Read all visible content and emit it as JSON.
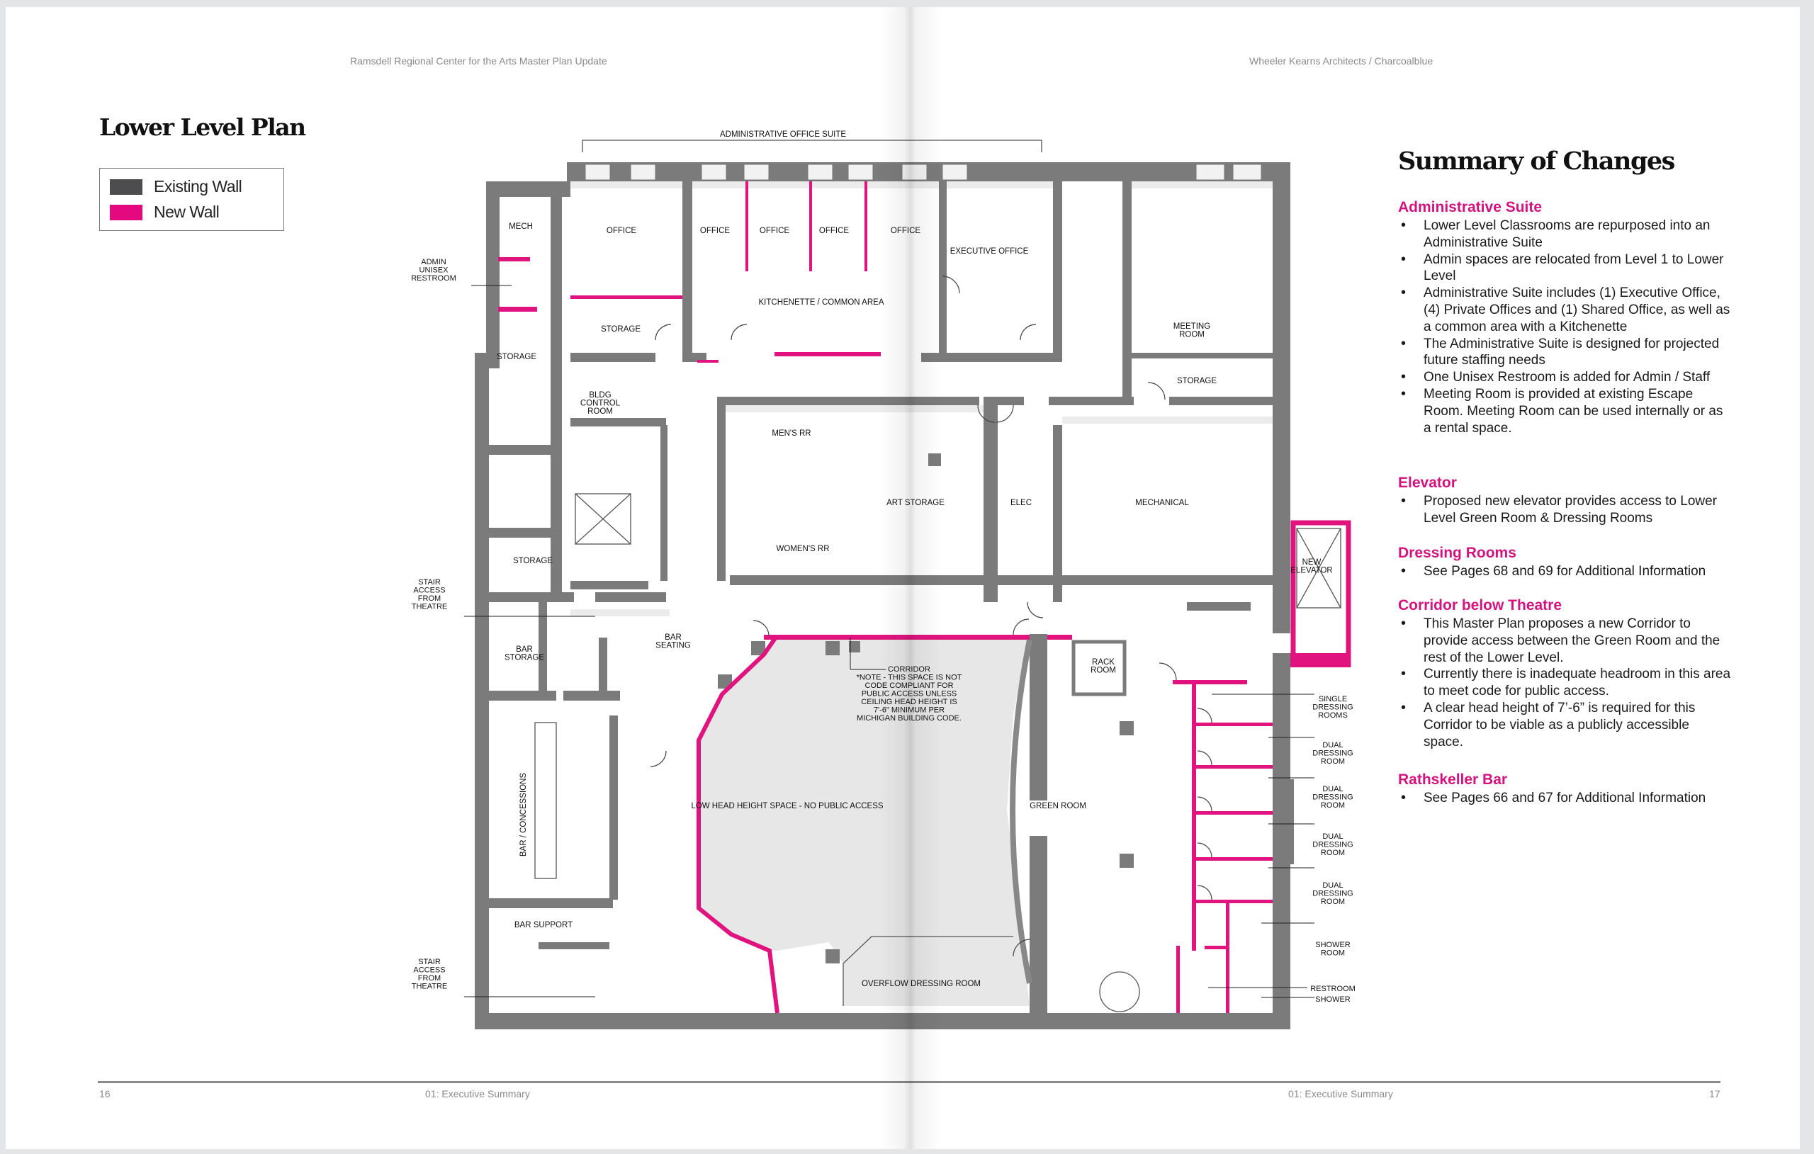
{
  "header": {
    "left_running_title": "Ramsdell Regional Center for the Arts Master Plan Update",
    "right_running_title": "Wheeler Kearns Architects / Charcoalblue"
  },
  "left_page": {
    "title": "Lower Level Plan",
    "legend": [
      {
        "label": "Existing Wall",
        "color": "#4d4d4f"
      },
      {
        "label": "New Wall",
        "color": "#e4097f"
      }
    ]
  },
  "plan": {
    "suite_label": "ADMINISTRATIVE OFFICE SUITE",
    "rooms": {
      "mech": "MECH",
      "office_1": "OFFICE",
      "office_2": "OFFICE",
      "office_3": "OFFICE",
      "office_4": "OFFICE",
      "office_5": "OFFICE",
      "executive_office": "EXECUTIVE OFFICE",
      "kitchenette": "KITCHENETTE / COMMON AREA",
      "storage_admin": "STORAGE",
      "storage_left": "STORAGE",
      "bldg_control": "BLDG\nCONTROL\nROOM",
      "mens_rr": "MEN'S RR",
      "womens_rr": "WOMEN'S RR",
      "art_storage": "ART STORAGE",
      "elec": "ELEC",
      "mechanical": "MECHANICAL",
      "meeting_room": "MEETING\nROOM",
      "storage_right": "STORAGE",
      "storage_stair": "STORAGE",
      "new_elevator": "NEW\nELEVATOR",
      "bar_storage": "BAR\nSTORAGE",
      "bar_seating": "BAR\nSEATING",
      "rack_room": "RACK\nROOM",
      "low_head": "LOW HEAD HEIGHT SPACE - NO PUBLIC ACCESS",
      "green_room": "GREEN ROOM",
      "bar_concessions": "BAR / CONCESSIONS",
      "bar_support": "BAR SUPPORT",
      "overflow_dressing": "OVERFLOW DRESSING ROOM"
    },
    "corridor_note": "CORRIDOR\n*NOTE - THIS SPACE IS NOT\nCODE COMPLIANT FOR\nPUBLIC ACCESS UNLESS\nCEILING HEAD HEIGHT IS\n7'-6\" MINIMUM PER\nMICHIGAN BUILDING CODE.",
    "annotations": {
      "admin_restroom": "ADMIN\nUNISEX\nRESTROOM",
      "stair_access_1": "STAIR\nACCESS\nFROM\nTHEATRE",
      "stair_access_2": "STAIR\nACCESS\nFROM\nTHEATRE",
      "single_dressing": "SINGLE\nDRESSING\nROOMS",
      "dual_dressing_1": "DUAL\nDRESSING\nROOM",
      "dual_dressing_2": "DUAL\nDRESSING\nROOM",
      "dual_dressing_3": "DUAL\nDRESSING\nROOM",
      "dual_dressing_4": "DUAL\nDRESSING\nROOM",
      "shower_room": "SHOWER\nROOM",
      "restroom": "RESTROOM",
      "shower": "SHOWER"
    }
  },
  "right_page": {
    "title": "Summary of Changes",
    "sections": [
      {
        "heading": "Administrative Suite",
        "bullets": [
          "Lower Level Classrooms are repurposed into an Administrative Suite",
          "Admin spaces are relocated from Level 1 to Lower Level",
          "Administrative Suite includes (1) Executive Office, (4) Private Offices and (1) Shared Office, as well as a common area with a Kitchenette",
          "The Administrative Suite is designed for projected future staffing needs",
          "One Unisex Restroom is added for Admin / Staff",
          "Meeting Room is provided at existing Escape Room. Meeting Room can be used internally or as a rental space."
        ]
      },
      {
        "heading": "Elevator",
        "bullets": [
          "Proposed new elevator provides access to Lower Level Green Room & Dressing Rooms"
        ]
      },
      {
        "heading": "Dressing Rooms",
        "bullets": [
          "See Pages 68 and 69 for Additional Information"
        ]
      },
      {
        "heading": "Corridor below Theatre",
        "bullets": [
          "This Master Plan proposes a new Corridor to provide access between the Green Room and the rest of the Lower Level.",
          "Currently there is inadequate headroom in this area to meet code for public access.",
          "A clear head height of 7’-6” is required for this Corridor to be viable as a publicly accessible space."
        ]
      },
      {
        "heading": "Rathskeller Bar",
        "bullets": [
          "See Pages 66 and 67 for Additional Information"
        ]
      }
    ]
  },
  "footer": {
    "left_page_number": "16",
    "left_section": "01: Executive Summary",
    "right_section": "01: Executive Summary",
    "right_page_number": "17"
  },
  "colors": {
    "accent": "#d4137f",
    "existing_wall": "#7b7b7b",
    "new_wall": "#e0137f"
  }
}
